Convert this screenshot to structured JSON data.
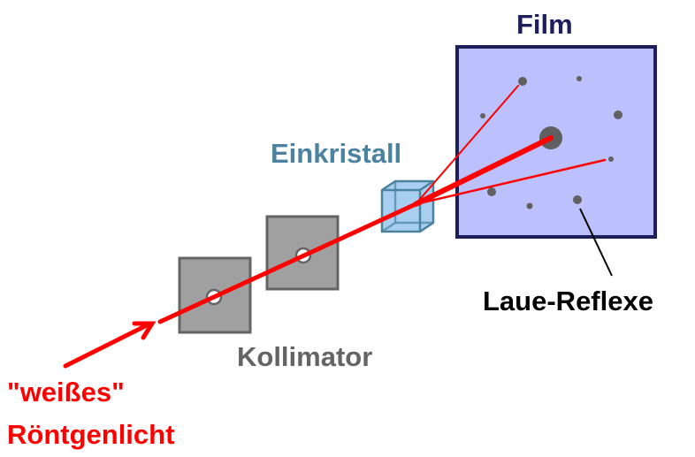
{
  "labels": {
    "film": "Film",
    "crystal": "Einkristall",
    "collimator": "Kollimator",
    "reflexes": "Laue-Reflexe",
    "source_line1": "\"weißes\"",
    "source_line2": "Röntgenlicht"
  },
  "colors": {
    "beam": "#ff0000",
    "film_fill": "#bcc0fc",
    "film_border": "#1e1e5a",
    "film_label": "#1e1e5a",
    "crystal": "#4a82a0",
    "crystal_fill": "#a8cff0",
    "collimator_fill": "#a0a0a0",
    "collimator_border": "#646464",
    "collimator_label": "#646464",
    "spot": "#606060",
    "source_label": "#ff0000",
    "reflex_label": "#000000"
  }
}
